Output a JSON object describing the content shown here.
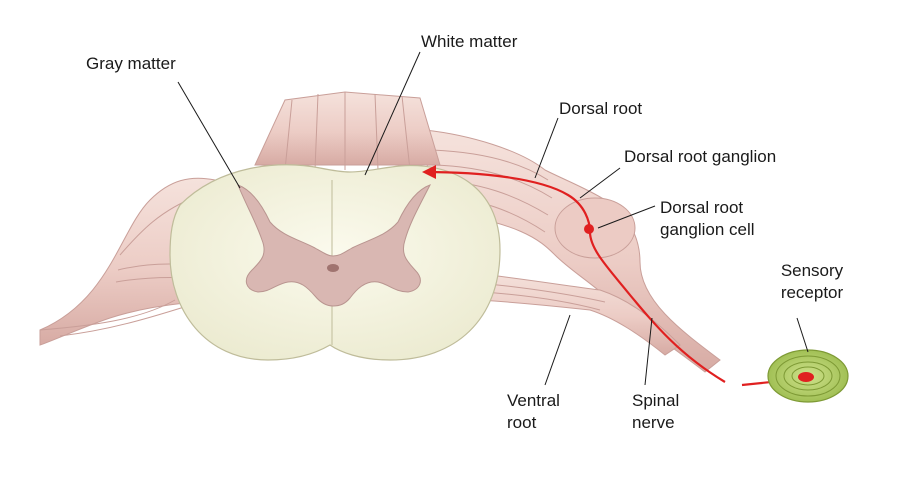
{
  "labels": {
    "gray_matter": "Gray matter",
    "white_matter": "White matter",
    "dorsal_root": "Dorsal root",
    "dorsal_root_ganglion": "Dorsal root ganglion",
    "dorsal_root_ganglion_cell": [
      "Dorsal root",
      "ganglion cell"
    ],
    "sensory_receptor": [
      "Sensory",
      "receptor"
    ],
    "ventral_root": [
      "Ventral",
      "root"
    ],
    "spinal_nerve": [
      "Spinal",
      "nerve"
    ]
  },
  "colors": {
    "white_matter_fill": "#f4f3df",
    "gray_matter_fill": "#d9b7b2",
    "root_fill": "#f1d8d2",
    "root_shade": "#c99f99",
    "pathway": "#e02020",
    "receptor_fill": "#b7d36a",
    "receptor_ring": "#7e9a35",
    "leader_line": "#1a1a1a"
  }
}
